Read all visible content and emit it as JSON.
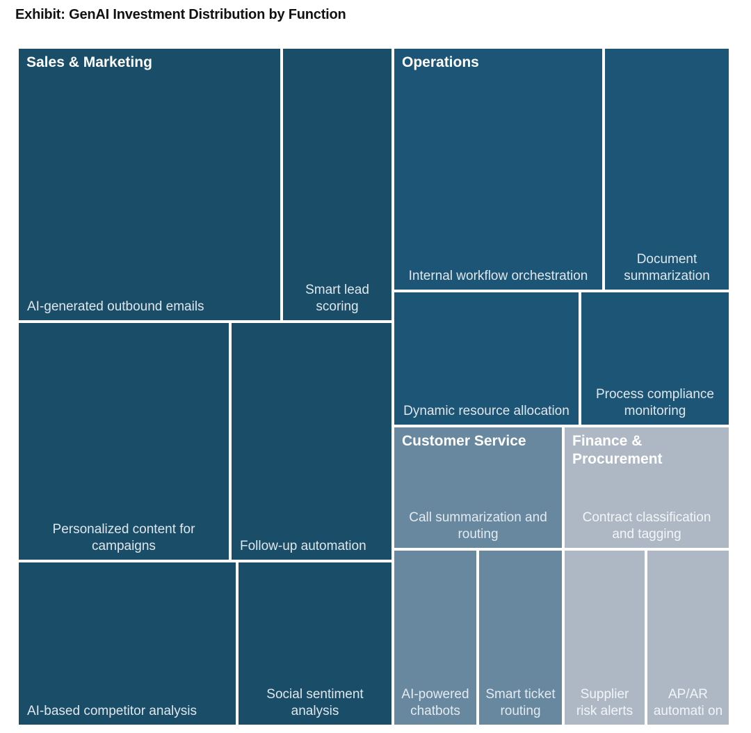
{
  "page": {
    "title": "Exhibit: GenAI Investment Distribution by Function"
  },
  "colors": {
    "sales_marketing": "#1a4d68",
    "operations": "#1c5576",
    "customer_service": "#68889f",
    "finance_procurement": "#aeb8c4",
    "background": "#ffffff",
    "gap": "#ffffff",
    "title_text": "#111111",
    "group_label_text": "#ffffff",
    "leaf_label_text": "#dfe7ec"
  },
  "chart_data": {
    "type": "treemap",
    "title": "Exhibit: GenAI Investment Distribution by Function",
    "xlabel": "",
    "ylabel": "",
    "legend": "none",
    "grid": false,
    "groups": [
      {
        "name": "Sales & Marketing",
        "color": "#1a4d68",
        "leaves": [
          {
            "label": "AI-generated outbound emails",
            "align": "center"
          },
          {
            "label": "Smart lead scoring",
            "align": "center"
          },
          {
            "label": "Personalized content for campaigns",
            "align": "center"
          },
          {
            "label": "Follow-up automation",
            "align": "left"
          },
          {
            "label": "AI-based competitor analysis",
            "align": "center"
          },
          {
            "label": "Social sentiment analysis",
            "align": "center"
          }
        ]
      },
      {
        "name": "Operations",
        "color": "#1c5576",
        "leaves": [
          {
            "label": "Internal workflow orchestration",
            "align": "center"
          },
          {
            "label": "Document summarization",
            "align": "center"
          },
          {
            "label": "Dynamic resource allocation",
            "align": "center"
          },
          {
            "label": "Process compliance monitoring",
            "align": "center"
          }
        ]
      },
      {
        "name": "Customer Service",
        "color": "#68889f",
        "leaves": [
          {
            "label": "Call summarization and routing",
            "align": "center"
          },
          {
            "label": "AI-powered chatbots",
            "align": "center"
          },
          {
            "label": "Smart ticket routing",
            "align": "center"
          }
        ]
      },
      {
        "name": "Finance & Procurement",
        "color": "#aeb8c4",
        "leaves": [
          {
            "label": "Contract classification and tagging",
            "align": "center"
          },
          {
            "label": "Supplier risk alerts",
            "align": "center"
          },
          {
            "label": "AP/AR automati on",
            "align": "center"
          }
        ]
      }
    ]
  },
  "tiles": {
    "sm_header": "Sales & Marketing",
    "sm_emails": "AI-generated outbound emails",
    "sm_lead": "Smart lead scoring",
    "sm_content": "Personalized content for campaigns",
    "sm_followup": "Follow-up automation",
    "sm_competitor": "AI-based competitor analysis",
    "sm_social": "Social sentiment analysis",
    "op_header": "Operations",
    "op_workflow": "Internal workflow orchestration",
    "op_docsum": "Document summarization",
    "op_dynamic": "Dynamic resource allocation",
    "op_process": "Process compliance monitoring",
    "cs_header": "Customer Service",
    "cs_call": "Call summarization and routing",
    "cs_chatbots": "AI-powered chatbots",
    "cs_ticket": "Smart ticket routing",
    "fp_header": "Finance & Procurement",
    "fp_contract": "Contract classification and tagging",
    "fp_supplier": "Supplier risk alerts",
    "fp_apar": "AP/AR automati on"
  }
}
